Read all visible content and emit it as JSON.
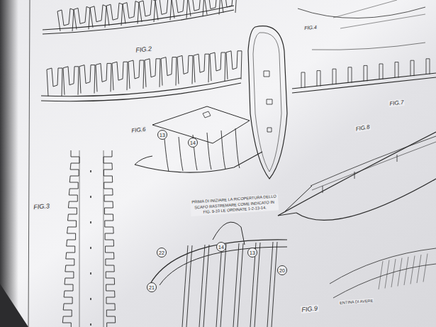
{
  "diagram": {
    "nodes": [
      {
        "text": [
          "13"
        ]
      },
      {
        "text": [
          "14"
        ]
      },
      {
        "text": [
          "22"
        ]
      },
      {
        "text": [
          "14"
        ]
      },
      {
        "text": [
          "13"
        ]
      },
      {
        "text": [
          "21"
        ]
      },
      {
        "text": [
          "20"
        ]
      }
    ],
    "labels": [
      "FIG.2",
      "FIG.4",
      "FIG.7",
      "FIG.6",
      "FIG.8",
      "FIG.3",
      "PRIMA DI INIZIARE LA RICOPERTURA DELLO SCAFO RASTREMARE COME INDICATO IN FIG. 9-10 LE ORDINATE 1-2-13-14.",
      "FIG.9",
      "ENTINA DI AVERE"
    ]
  }
}
